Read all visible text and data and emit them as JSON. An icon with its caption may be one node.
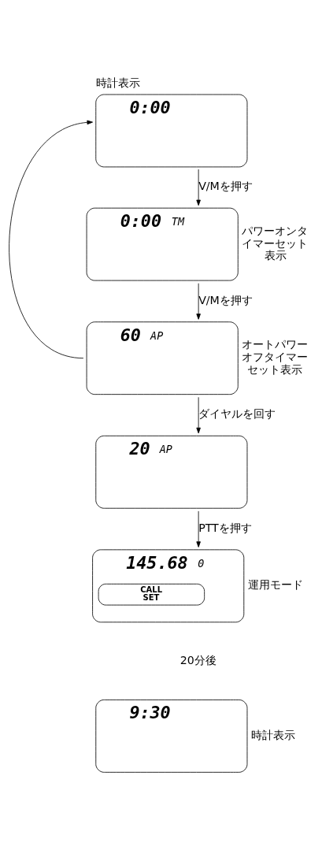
{
  "diagram": {
    "nodes": [
      {
        "text": [
          "0:00"
        ],
        "beside": [
          "時計表示"
        ]
      },
      {
        "text": [
          "0:00",
          "TM"
        ],
        "beside": [
          "パワーオンタイマーセット表示"
        ]
      },
      {
        "text": [
          "60",
          "AP"
        ],
        "beside": [
          "オートパワーオフタイマーセット表示"
        ]
      },
      {
        "text": [
          "20",
          "AP"
        ]
      },
      {
        "text": [
          "145.68",
          "0",
          "CALL SET"
        ],
        "beside": [
          "運用モード"
        ]
      },
      {
        "text": [
          "9:30"
        ],
        "beside": [
          "時計表示"
        ]
      }
    ],
    "edges": [
      {
        "from": 0,
        "to": 1,
        "arrow": "to",
        "label": "V/Mを押す"
      },
      {
        "from": 1,
        "to": 2,
        "arrow": "to",
        "label": "V/Mを押す"
      },
      {
        "from": 2,
        "to": 0,
        "arrow": "to"
      },
      {
        "from": 2,
        "to": 3,
        "arrow": "to",
        "label": "ダイヤルを回す"
      },
      {
        "from": 3,
        "to": 4,
        "arrow": "to",
        "label": "PTTを押す"
      }
    ],
    "labels": [
      "20分後"
    ]
  }
}
